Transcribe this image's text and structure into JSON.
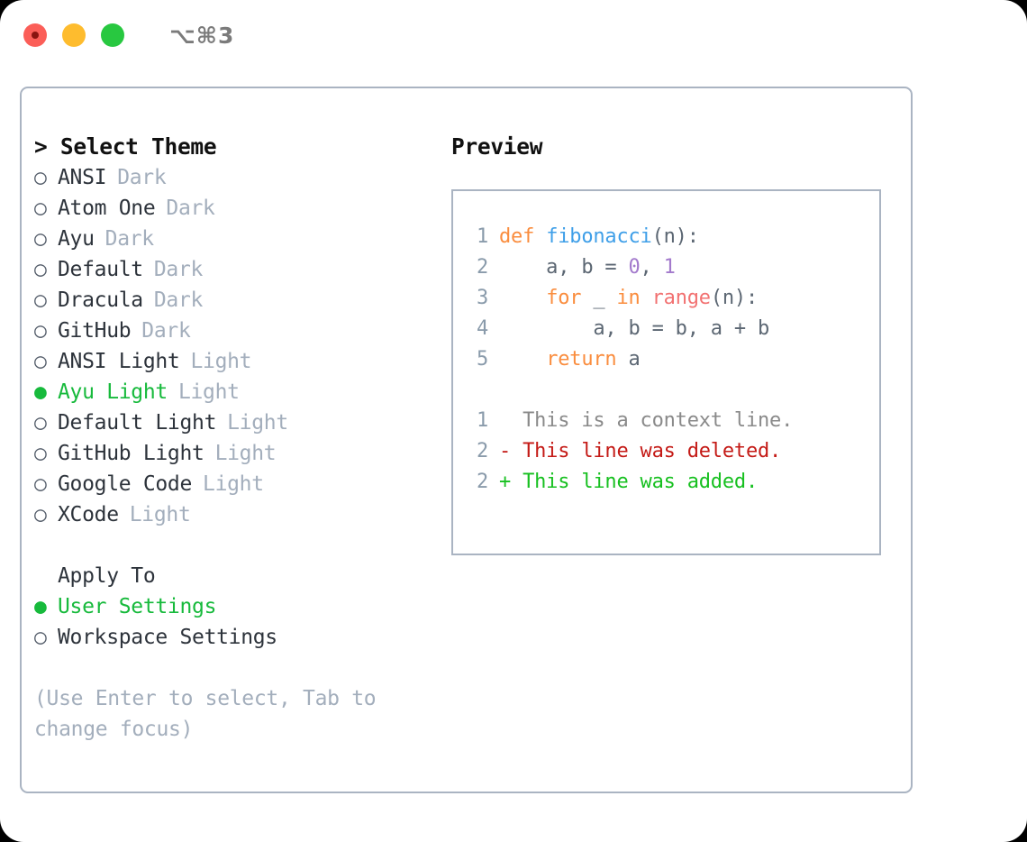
{
  "titlebar": {
    "shortcut": "⌥⌘3",
    "buttons": [
      "close",
      "minimize",
      "maximize"
    ]
  },
  "left": {
    "heading": "> Select Theme",
    "themes": [
      {
        "bullet": "○",
        "name": "ANSI",
        "tag": "Dark",
        "selected": false
      },
      {
        "bullet": "○",
        "name": "Atom One",
        "tag": "Dark",
        "selected": false
      },
      {
        "bullet": "○",
        "name": "Ayu",
        "tag": "Dark",
        "selected": false
      },
      {
        "bullet": "○",
        "name": "Default",
        "tag": "Dark",
        "selected": false
      },
      {
        "bullet": "○",
        "name": "Dracula",
        "tag": "Dark",
        "selected": false
      },
      {
        "bullet": "○",
        "name": "GitHub",
        "tag": "Dark",
        "selected": false
      },
      {
        "bullet": "○",
        "name": "ANSI Light",
        "tag": "Light",
        "selected": false
      },
      {
        "bullet": "●",
        "name": "Ayu Light",
        "tag": "Light",
        "selected": true
      },
      {
        "bullet": "○",
        "name": "Default Light",
        "tag": "Light",
        "selected": false
      },
      {
        "bullet": "○",
        "name": "GitHub Light",
        "tag": "Light",
        "selected": false
      },
      {
        "bullet": "○",
        "name": "Google Code",
        "tag": "Light",
        "selected": false
      },
      {
        "bullet": "○",
        "name": "XCode",
        "tag": "Light",
        "selected": false
      }
    ],
    "apply_to": {
      "heading": "Apply To",
      "options": [
        {
          "bullet": "●",
          "label": "User Settings",
          "selected": true
        },
        {
          "bullet": "○",
          "label": "Workspace Settings",
          "selected": false
        }
      ]
    },
    "hint": "(Use Enter to select, Tab to change focus)"
  },
  "right": {
    "heading": "Preview",
    "code": [
      {
        "no": "1",
        "tokens": [
          {
            "t": "def",
            "c": "tok-kw"
          },
          {
            "t": " ",
            "c": "tok-plain"
          },
          {
            "t": "fibonacci",
            "c": "tok-fn"
          },
          {
            "t": "(n):",
            "c": "tok-punct"
          }
        ]
      },
      {
        "no": "2",
        "tokens": [
          {
            "t": "    a, b = ",
            "c": "tok-plain"
          },
          {
            "t": "0",
            "c": "tok-num"
          },
          {
            "t": ", ",
            "c": "tok-plain"
          },
          {
            "t": "1",
            "c": "tok-num"
          }
        ]
      },
      {
        "no": "3",
        "tokens": [
          {
            "t": "    ",
            "c": "tok-plain"
          },
          {
            "t": "for",
            "c": "tok-kw"
          },
          {
            "t": " _ ",
            "c": "tok-plain"
          },
          {
            "t": "in",
            "c": "tok-kw"
          },
          {
            "t": " ",
            "c": "tok-plain"
          },
          {
            "t": "range",
            "c": "tok-call"
          },
          {
            "t": "(n):",
            "c": "tok-punct"
          }
        ]
      },
      {
        "no": "4",
        "tokens": [
          {
            "t": "        a, b = b, a + b",
            "c": "tok-plain"
          }
        ]
      },
      {
        "no": "5",
        "tokens": [
          {
            "t": "    ",
            "c": "tok-plain"
          },
          {
            "t": "return",
            "c": "tok-kw"
          },
          {
            "t": " a",
            "c": "tok-plain"
          }
        ]
      }
    ],
    "diff": [
      {
        "no": "1",
        "text": "  This is a context line.",
        "cls": "diff-ctx"
      },
      {
        "no": "2",
        "text": "- This line was deleted.",
        "cls": "diff-del"
      },
      {
        "no": "2",
        "text": "+ This line was added.",
        "cls": "diff-add"
      }
    ]
  },
  "colors": {
    "selected_green": "#17ba3c",
    "muted": "#a3aebc",
    "border": "#aab4c2",
    "keyword": "#fa8d3e",
    "function": "#3f9fe8",
    "number": "#a37acc",
    "builtin": "#f27272",
    "diff_deleted": "#c41a16",
    "diff_added": "#17c020"
  }
}
